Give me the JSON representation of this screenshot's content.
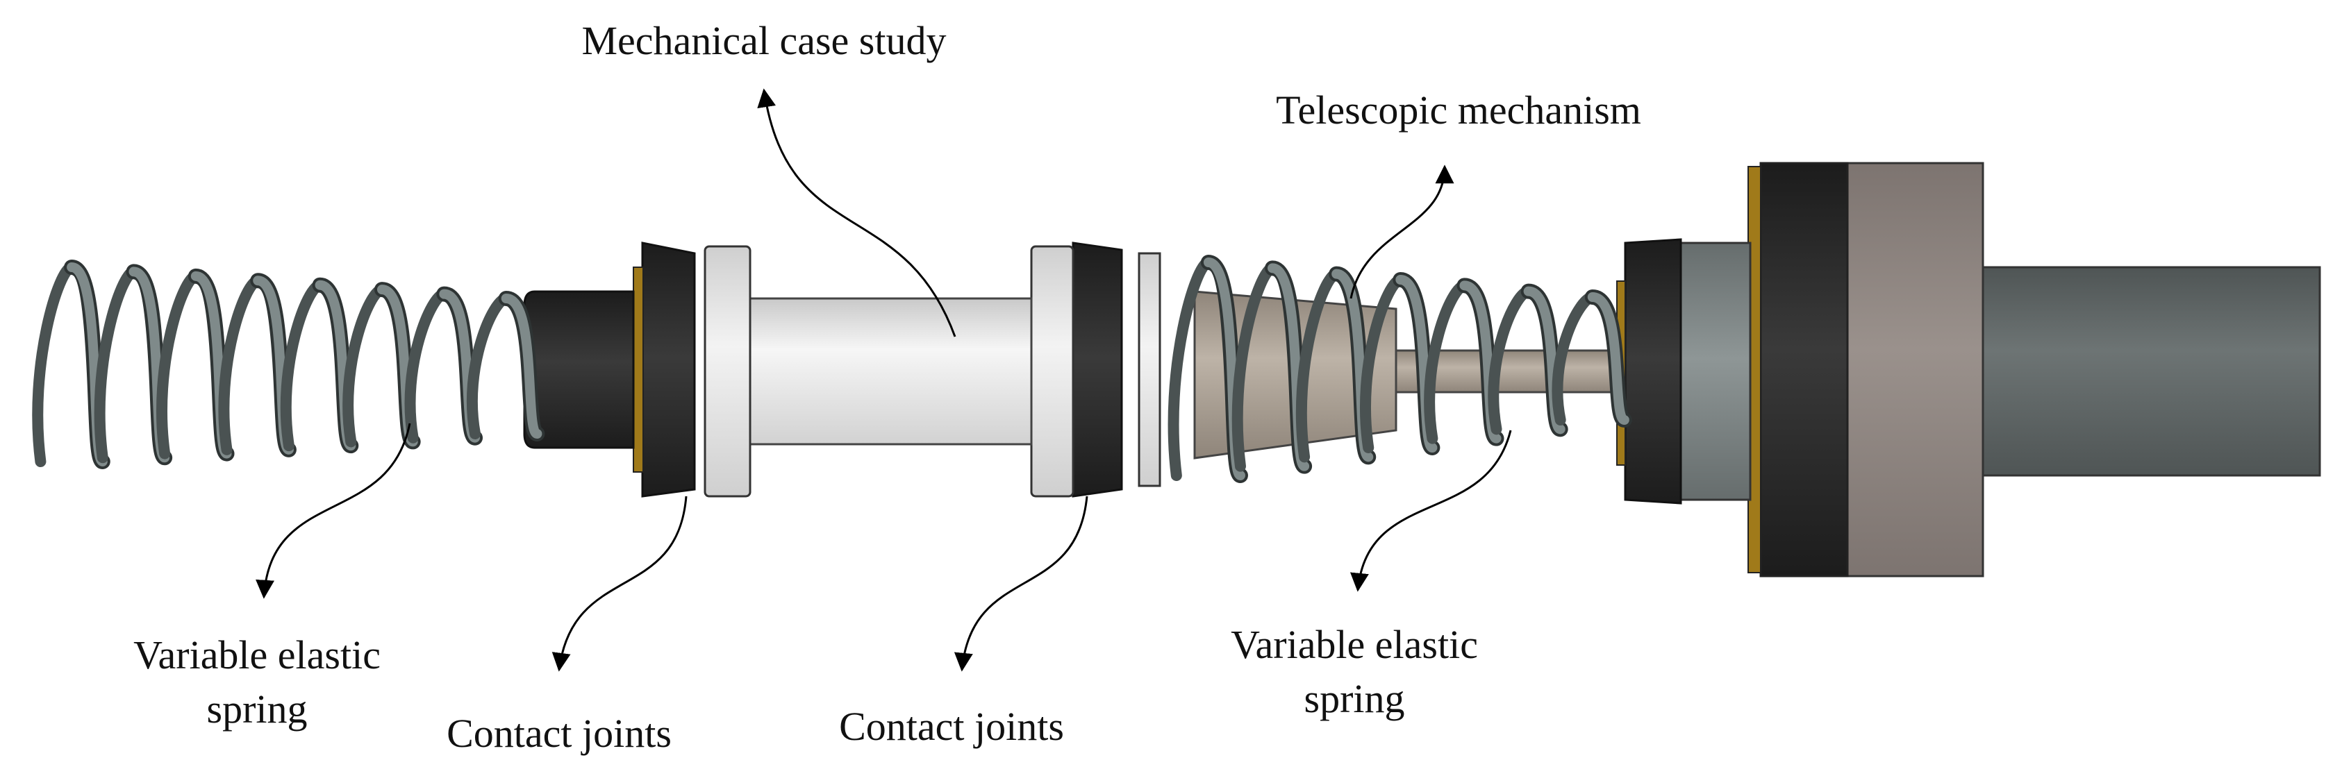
{
  "labels": {
    "case_study": "Mechanical case study",
    "telescopic": "Telescopic mechanism",
    "spring_left_line1": "Variable elastic",
    "spring_left_line2": "spring",
    "contact_left": "Contact joints",
    "contact_right": "Contact joints",
    "spring_right_line1": "Variable elastic",
    "spring_right_line2": "spring"
  },
  "colors": {
    "spring": "#7f8a8a",
    "spring_dark": "#4a5252",
    "rubber": "#2b2b2b",
    "flange": "#eeeeee",
    "tube": "#e6e6e6",
    "telescope": "#a89e92",
    "housing": "#8a7f7a",
    "shaft": "#5f6565",
    "brass": "#a07a1a"
  }
}
